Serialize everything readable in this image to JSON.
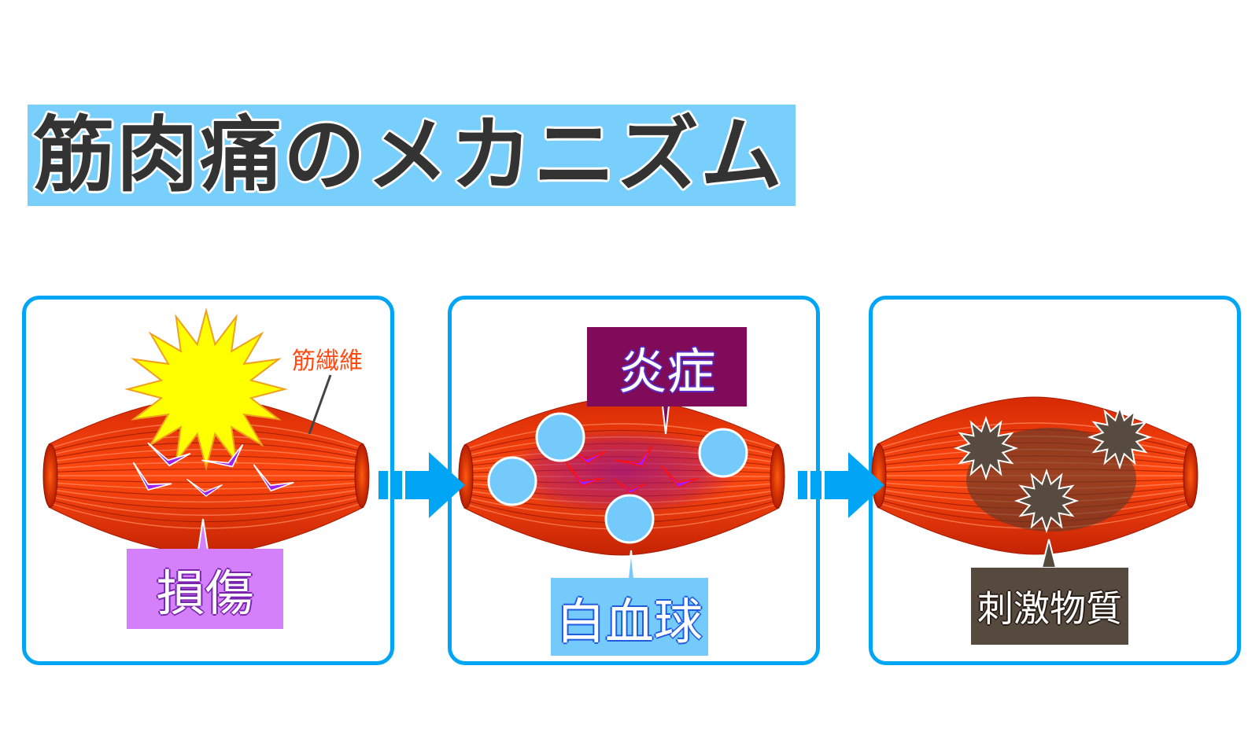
{
  "title": "筋肉痛のメカニズム",
  "colors": {
    "title_bg": "#79cffc",
    "title_text": "#333333",
    "panel_border": "#00a6f5",
    "arrow": "#00a6f5",
    "muscle": "#f0400c",
    "muscle_dark": "#b81d00",
    "damage_label_bg": "#d580fb",
    "inflammation_label_bg": "#7f0b59",
    "wbc_label_bg": "#74cafb",
    "irritant_label_bg": "#564a3f",
    "fiber_label": "#ff4a10",
    "burst_yellow": "#ffff00",
    "tear_purple": "#a020f0",
    "wbc_cell": "#74cafb",
    "irritant_burst": "#574a3f"
  },
  "steps": [
    {
      "id": "damage",
      "label": "損傷",
      "annotation": "筋繊維",
      "icons": [
        "impact-burst-icon",
        "fiber-tear-icon"
      ]
    },
    {
      "id": "inflammation",
      "label": "炎症",
      "secondary_label": "白血球",
      "icons": [
        "white-blood-cell-icon",
        "fiber-tear-icon"
      ]
    },
    {
      "id": "irritant",
      "label": "刺激物質",
      "icons": [
        "irritant-burst-icon"
      ]
    }
  ],
  "arrows": [
    "step-1-to-2",
    "step-2-to-3"
  ]
}
